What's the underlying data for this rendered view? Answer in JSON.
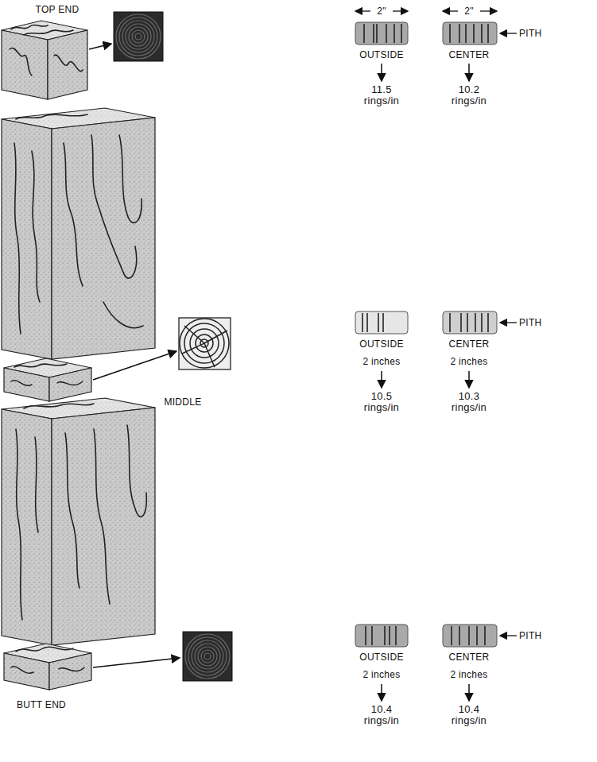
{
  "diagram": {
    "labels": [
      "TOP END",
      "2\"",
      "2\"",
      "OUTSIDE",
      "CENTER",
      "PITH",
      "11.5 rings/in",
      "10.2 rings/in",
      "MIDDLE",
      "OUTSIDE",
      "CENTER",
      "PITH",
      "2 inches",
      "2 inches",
      "10.5 rings/in",
      "10.3 rings/in",
      "OUTSIDE",
      "CENTER",
      "PITH",
      "2 inches",
      "2 inches",
      "10.4 rings/in",
      "10.4 rings/in",
      "BUTT END"
    ]
  }
}
